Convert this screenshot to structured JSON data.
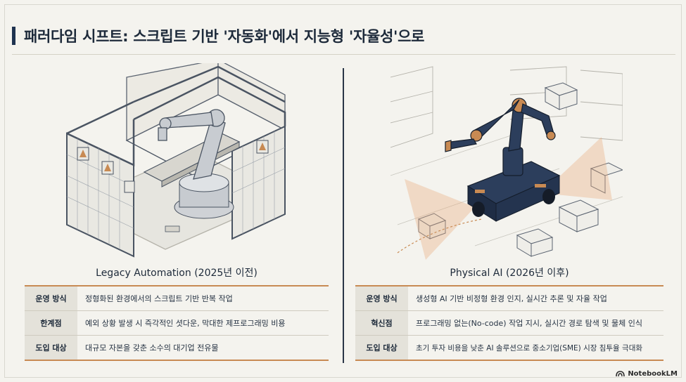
{
  "title": "패러다임 시프트: 스크립트 기반 '자동화'에서 지능형 '자율성'으로",
  "left": {
    "caption": "Legacy Automation (2025년 이전)",
    "rows": [
      {
        "key": "운영 방식",
        "value": "정형화된 환경에서의 스크립트 기반 반복 작업"
      },
      {
        "key": "한계점",
        "value": "예외 상황 발생 시 즉각적인 셧다운, 막대한 제프로그래밍 비용"
      },
      {
        "key": "도입 대상",
        "value": "대규모 자본을 갖춘 소수의 대기업 전유물"
      }
    ]
  },
  "right": {
    "caption": "Physical AI (2026년 이후)",
    "rows": [
      {
        "key": "운영 방식",
        "value": "생성형 AI 기반 비정형 환경 인지, 실시간 추론 및 자율 작업"
      },
      {
        "key": "혁신점",
        "value": "프로그래밍 없는(No-code) 작업 지시, 실시간 경로 탐색 및 물체 인식"
      },
      {
        "key": "도입 대상",
        "value": "초기 투자 비용을 낮춘 AI 솔루션으로 중소기업(SME) 시장 침투율 극대화"
      }
    ]
  },
  "brand": "NotebookLM",
  "colors": {
    "accent": "#c88a53",
    "navy": "#1f3350",
    "key_bg": "#e4e2da"
  }
}
